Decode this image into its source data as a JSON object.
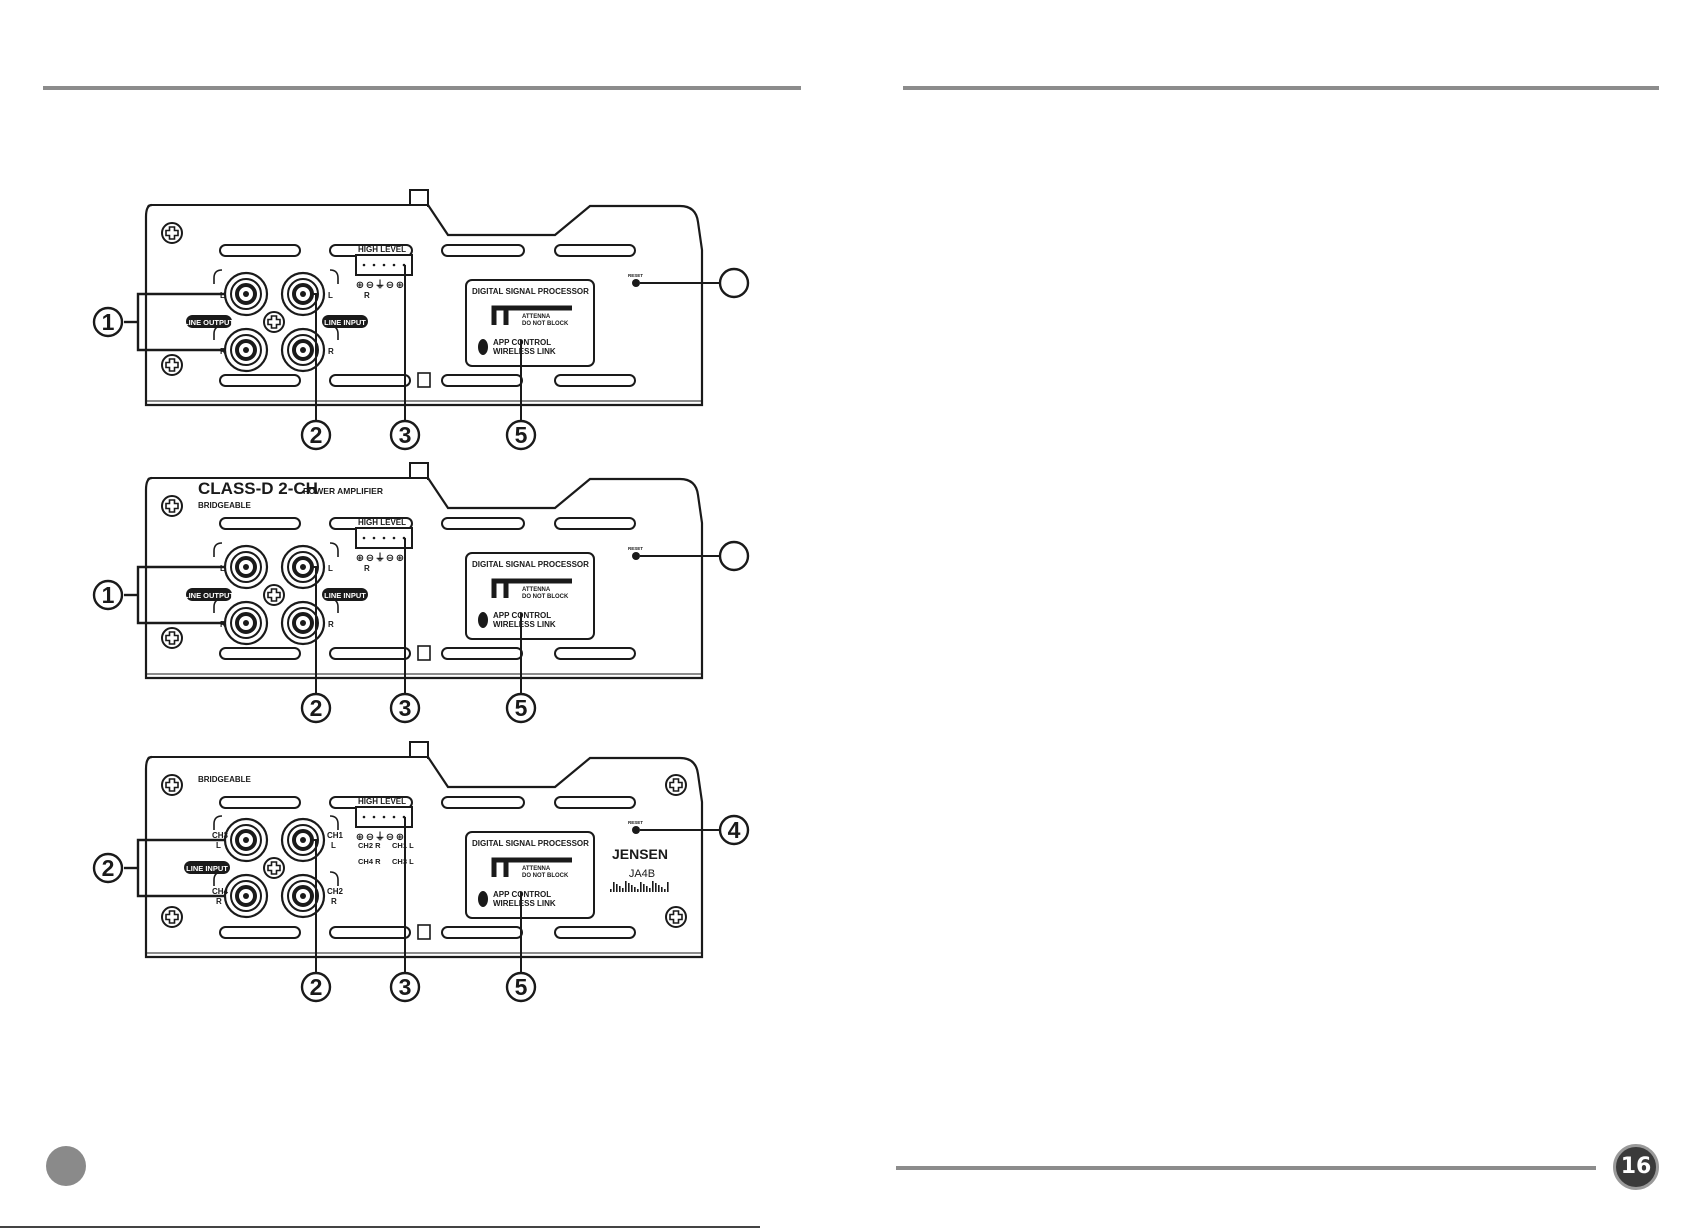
{
  "panels": [
    {
      "high_level": "HIGH LEVEL",
      "hl_term_labels": [
        "R"
      ],
      "line_output": "LINE OUTPUT",
      "line_input": "LINE INPUT",
      "jack_out_labels": [
        "L",
        "R"
      ],
      "jack_in_labels": [
        "L",
        "R"
      ],
      "dsp_title": "DIGITAL SIGNAL PROCESSOR",
      "antenna_1": "ATTENNA",
      "antenna_2": "DO NOT BLOCK",
      "app_1": "APP CONTROL",
      "app_2": "WIRELESS LINK",
      "reset": "RESET",
      "left_callout": "1",
      "bottom_callouts": [
        "2",
        "3",
        "5"
      ],
      "right_callout": ""
    },
    {
      "title_main": "CLASS-D 2-CH",
      "title_sub": "POWER AMPLIFIER",
      "bridgeable": "BRIDGEABLE",
      "high_level": "HIGH LEVEL",
      "hl_term_labels": [
        "R"
      ],
      "line_output": "LINE OUTPUT",
      "line_input": "LINE INPUT",
      "jack_out_labels": [
        "L",
        "R"
      ],
      "jack_in_labels": [
        "L",
        "R"
      ],
      "dsp_title": "DIGITAL SIGNAL PROCESSOR",
      "antenna_1": "ATTENNA",
      "antenna_2": "DO NOT BLOCK",
      "app_1": "APP CONTROL",
      "app_2": "WIRELESS LINK",
      "reset": "RESET",
      "left_callout": "1",
      "bottom_callouts": [
        "2",
        "3",
        "5"
      ],
      "right_callout": ""
    },
    {
      "bridgeable": "BRIDGEABLE",
      "high_level": "HIGH LEVEL",
      "hl_term_labels": [
        "CH2 R",
        "CH1 L",
        "CH4 R",
        "CH3 L"
      ],
      "line_input": "LINE INPUT",
      "jack_left_labels": [
        "CH3",
        "L",
        "CH4",
        "R"
      ],
      "jack_right_labels": [
        "CH1",
        "L",
        "CH2",
        "R"
      ],
      "dsp_title": "DIGITAL SIGNAL PROCESSOR",
      "antenna_1": "ATTENNA",
      "antenna_2": "DO NOT BLOCK",
      "app_1": "APP CONTROL",
      "app_2": "WIRELESS LINK",
      "reset": "RESET",
      "brand": "JENSEN",
      "model": "JA4B",
      "left_callout": "2",
      "bottom_callouts": [
        "2",
        "3",
        "5"
      ],
      "right_callout": "4"
    }
  ],
  "page_number": "16",
  "colors": {
    "rule": "#8c8c8c",
    "ink": "#1a1a1a",
    "page_badge": "#3a3a3a",
    "left_badge": "#8a8a8a"
  }
}
